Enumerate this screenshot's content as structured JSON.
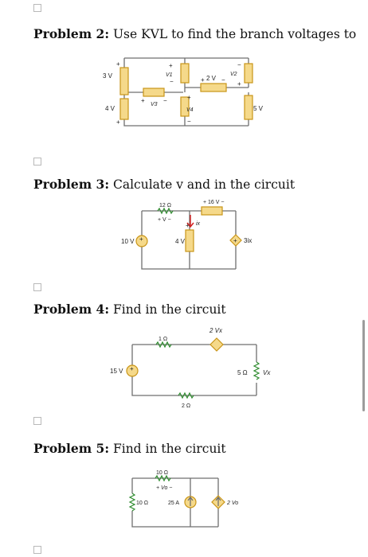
{
  "problems": [
    {
      "label": "Problem 2:",
      "text": " Use KVL to find the branch voltages to"
    },
    {
      "label": "Problem 3:",
      "text": " Calculate v and in the circuit"
    },
    {
      "label": "Problem 4:",
      "text": " Find in the circuit"
    },
    {
      "label": "Problem 5:",
      "text": " Find in the circuit"
    }
  ],
  "circuit2": {
    "src_left_top": "3 V",
    "src_left_bottom": "4 V",
    "v1": "V1",
    "v2": "V2",
    "v3": "V3",
    "v4": "V4",
    "mid_label": "2 V",
    "right_label": "5 V",
    "plus": "+",
    "minus": "−"
  },
  "circuit3": {
    "r_top": "12 Ω",
    "v_across": "+ V −",
    "src_left": "10 V",
    "src_right_top": "+ 16 V −",
    "mid_label": "4 V",
    "ix": "ix",
    "dep_label": "3ix",
    "plus": "+",
    "minus": "−"
  },
  "circuit4": {
    "r_top": "1 Ω",
    "dep_top": "2 Vx",
    "src_left": "15 V",
    "r_right": "5 Ω",
    "vx": "Vx",
    "r_bottom": "2 Ω"
  },
  "circuit5": {
    "r_top": "10 Ω",
    "vo": "+ Vo −",
    "r_left": "10 Ω",
    "src_mid": "25 A",
    "dep_label": "2 Vo"
  }
}
